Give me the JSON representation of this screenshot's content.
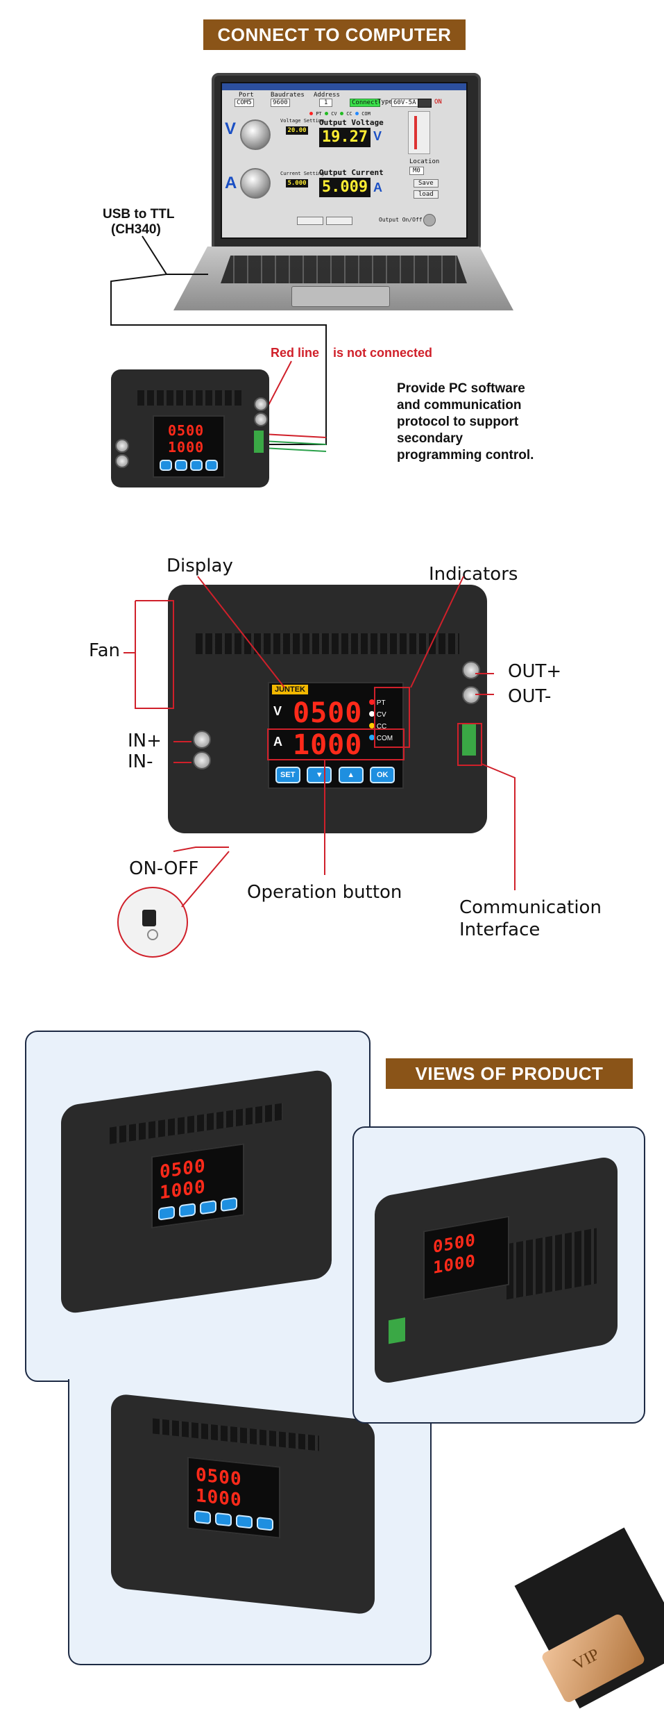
{
  "connect_banner": "CONNECT TO COMPUTER",
  "software": {
    "port_label": "Port",
    "port_value": "COM5",
    "baud_label": "Baudrates",
    "baud_value": "9600",
    "address_label": "Address",
    "address_value": "1",
    "connect_btn": "Connect",
    "type_label": "Type",
    "type_value": "60V-5A",
    "on_label": "ON",
    "voltage_setting_label": "Voltage Setting",
    "voltage_setting_value": "20.00",
    "output_voltage_label": "Output Voltage",
    "output_voltage_value": "19.27",
    "current_setting_label": "Current Setting",
    "current_setting_value": "5.000",
    "output_current_label": "Output Current",
    "output_current_value": "5.009",
    "v_unit": "V",
    "a_unit": "A",
    "location_label": "Location",
    "location_value": "M0",
    "save_btn": "Save",
    "load_btn": "load",
    "output_onoff_label": "Output On/Off",
    "indicators": [
      "PT",
      "CV",
      "CC",
      "COM"
    ]
  },
  "usb_label_1": "USB to TTL",
  "usb_label_2": "(CH340)",
  "red_line_note_1": "Red line",
  "red_line_note_2": "is not connected",
  "pc_text": [
    "Provide PC software",
    "and communication",
    "protocol to support",
    "secondary",
    "programming control."
  ],
  "device_display": {
    "v_value": "0500",
    "a_value": "1000",
    "v_label": "V",
    "a_label": "A",
    "brand": "JUNTEK",
    "indicators": [
      "PT",
      "CV",
      "CC",
      "COM"
    ],
    "buttons": [
      "SET",
      "",
      "",
      "OK"
    ]
  },
  "callouts": {
    "display": "Display",
    "indicators": "Indicators",
    "fan": "Fan",
    "out_plus": "OUT+",
    "out_minus": "OUT-",
    "in_plus": "IN+",
    "in_minus": "IN-",
    "on_off": "ON-OFF",
    "operation_button": "Operation button",
    "communication_1": "Communication",
    "communication_2": "Interface"
  },
  "views_banner": "VIEWS OF PRODUCT",
  "colors": {
    "banner": "#8a5418",
    "segment_red": "#ff2a1a",
    "button_blue": "#1e8fe0",
    "callout_red": "#d0202a",
    "pt": "#ff2222",
    "cv": "#ffffff",
    "cc": "#ffcc00",
    "com": "#22aaff"
  }
}
